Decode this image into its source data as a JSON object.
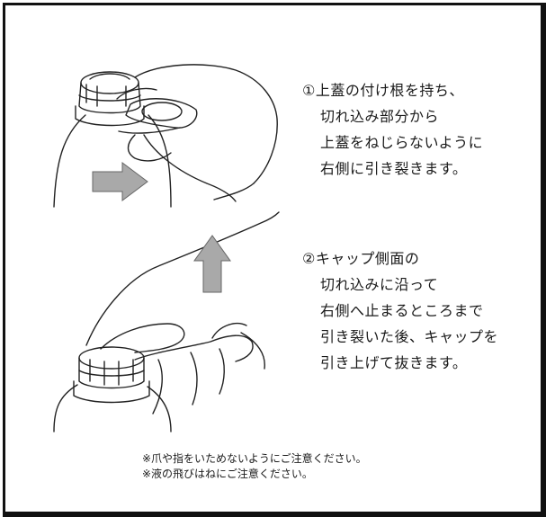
{
  "step1": {
    "lines": [
      "①上蓋の付け根を持ち、",
      "切れ込み部分から",
      "上蓋をねじらないように",
      "右側に引き裂きます。"
    ]
  },
  "step2": {
    "lines": [
      "②キャップ側面の",
      "切れ込みに沿って",
      "右側へ止まるところまで",
      "引き裂いた後、キャップを",
      "引き上げて抜きます。"
    ]
  },
  "notes": {
    "lines": [
      "※爪や指をいためないようにご注意ください。",
      "※液の飛びはねにご注意ください。"
    ]
  },
  "colors": {
    "arrow_fill": "#a9a9a9",
    "line": "#222222",
    "frame": "#111111"
  },
  "icons": {
    "top_illustration": "hand-tearing-cap-lid",
    "bottom_illustration": "hand-lifting-cap",
    "right_arrow": "arrow-right-icon",
    "up_arrow": "arrow-up-icon"
  }
}
